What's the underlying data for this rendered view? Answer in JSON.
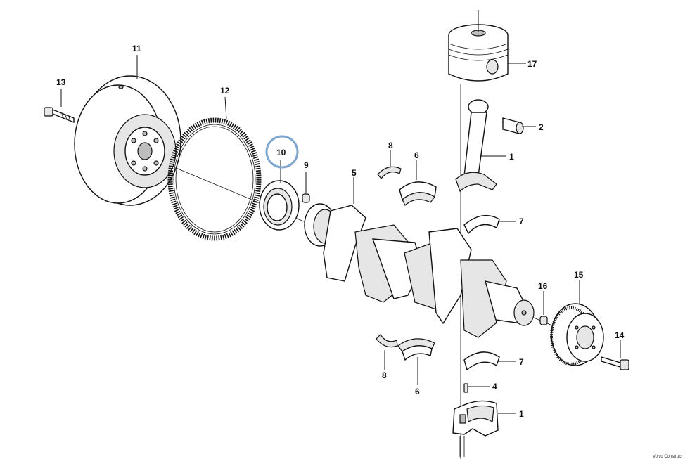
{
  "highlight": {
    "target": "10",
    "color": "#7fa7cf"
  },
  "callouts": [
    "1",
    "2",
    "4",
    "6",
    "7",
    "8",
    "9",
    "10",
    "11",
    "12",
    "13",
    "14",
    "15",
    "16",
    "17"
  ],
  "labels": [
    {
      "id": "11",
      "text": "11"
    },
    {
      "id": "13",
      "text": "13"
    },
    {
      "id": "12",
      "text": "12"
    },
    {
      "id": "10",
      "text": "10"
    },
    {
      "id": "9",
      "text": "9"
    },
    {
      "id": "8a",
      "text": "8"
    },
    {
      "id": "6a",
      "text": "6"
    },
    {
      "id": "5",
      "text": "5"
    },
    {
      "id": "17",
      "text": "17"
    },
    {
      "id": "2",
      "text": "2"
    },
    {
      "id": "1a",
      "text": "1"
    },
    {
      "id": "7a",
      "text": "7"
    },
    {
      "id": "16",
      "text": "16"
    },
    {
      "id": "15",
      "text": "15"
    },
    {
      "id": "14",
      "text": "14"
    },
    {
      "id": "8b",
      "text": "8"
    },
    {
      "id": "6b",
      "text": "6"
    },
    {
      "id": "7b",
      "text": "7"
    },
    {
      "id": "4",
      "text": "4"
    },
    {
      "id": "1b",
      "text": "1"
    }
  ],
  "credit": "Volvo Construct"
}
